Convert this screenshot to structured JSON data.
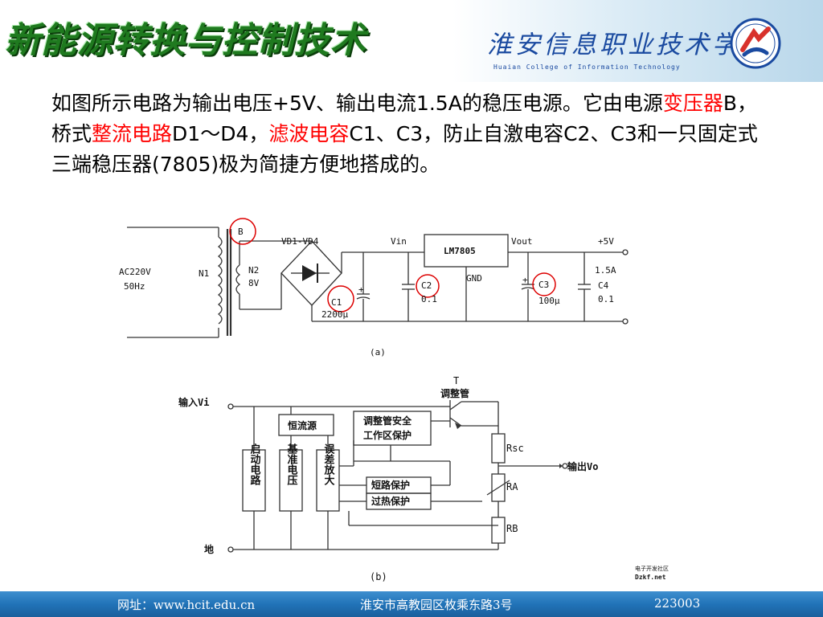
{
  "header": {
    "course_title": "新能源转换与控制技术",
    "college_cn": "淮安信息职业技术学院",
    "college_en": "Huaian College of Information Technology"
  },
  "body": {
    "p1": "如图所示电路为输出电压+5V、输出电流1.5A的稳压电源。它由电源",
    "hl1": "变压器",
    "p2": "B，桥式",
    "hl2": "整流电路",
    "p3": "D1～D4，",
    "hl3": "滤波电容",
    "p4": "C1、C3，防止自激电容C2、C3和一只固定式三端稳压器(7805)极为简捷方便地搭成的。"
  },
  "circuit_a": {
    "ac_label": "AC220V",
    "freq": "50Hz",
    "n1": "N1",
    "b": "B",
    "n2": "N2",
    "n2v": "8V",
    "bridge": "VD1-VD4",
    "vin": "Vin",
    "ic": "LM7805",
    "gnd": "GND",
    "vout": "Vout",
    "plus5v": "+5V",
    "c1": "C1",
    "c1v": "2200μ",
    "c2": "C2",
    "c2v": "0.1",
    "c3": "C3",
    "c3v": "100μ",
    "c4": "C4",
    "c4v": "0.1",
    "current": "1.5A",
    "caption": "(a)",
    "plus_mark": "+"
  },
  "circuit_b": {
    "input": "输入Vi",
    "ground": "地",
    "t": "T",
    "t_name": "调整管",
    "cc": "恒流源",
    "safe1": "调整管安全",
    "safe2": "工作区保护",
    "start": "启动电路",
    "ref": "基准电压",
    "err": "误差放大",
    "short": "短路保护",
    "thermal": "过热保护",
    "rsc": "Rsc",
    "ra": "RA",
    "rb": "RB",
    "output": "输出Vo",
    "caption": "(b)",
    "watermark1": "电子开发社区",
    "watermark2": "Dzkf.net"
  },
  "footer": {
    "website": "网址：www.hcit.edu.cn",
    "address": "淮安市高教园区枚乘东路3号",
    "zip": "223003"
  },
  "colors": {
    "title_green": "#1f7a1f",
    "college_blue": "#1a4aa0",
    "highlight_red": "#ff0000",
    "footer_blue": "#2173b8",
    "logo_red": "#d8312b"
  }
}
